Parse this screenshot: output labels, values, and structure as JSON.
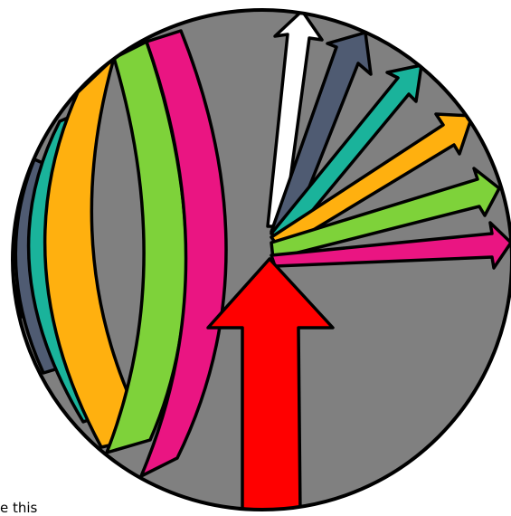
{
  "caption": {
    "text": "e this"
  },
  "colors": {
    "background_disc": "#808080",
    "outline": "#000000",
    "input_arrow": "#ff0000",
    "white": "#ffffff",
    "slate": "#4f5b72",
    "teal": "#1ab39b",
    "orange": "#ffb00f",
    "green": "#7ed23a",
    "magenta": "#ea1582"
  },
  "bands": [
    {
      "name": "white",
      "color_key": "white"
    },
    {
      "name": "slate",
      "color_key": "slate"
    },
    {
      "name": "teal",
      "color_key": "teal"
    },
    {
      "name": "orange",
      "color_key": "orange"
    },
    {
      "name": "green",
      "color_key": "green"
    },
    {
      "name": "magenta",
      "color_key": "magenta"
    }
  ],
  "rays": [
    {
      "name": "white",
      "color_key": "white"
    },
    {
      "name": "slate",
      "color_key": "slate"
    },
    {
      "name": "teal",
      "color_key": "teal"
    },
    {
      "name": "orange",
      "color_key": "orange"
    },
    {
      "name": "green",
      "color_key": "green"
    },
    {
      "name": "magenta",
      "color_key": "magenta"
    }
  ]
}
